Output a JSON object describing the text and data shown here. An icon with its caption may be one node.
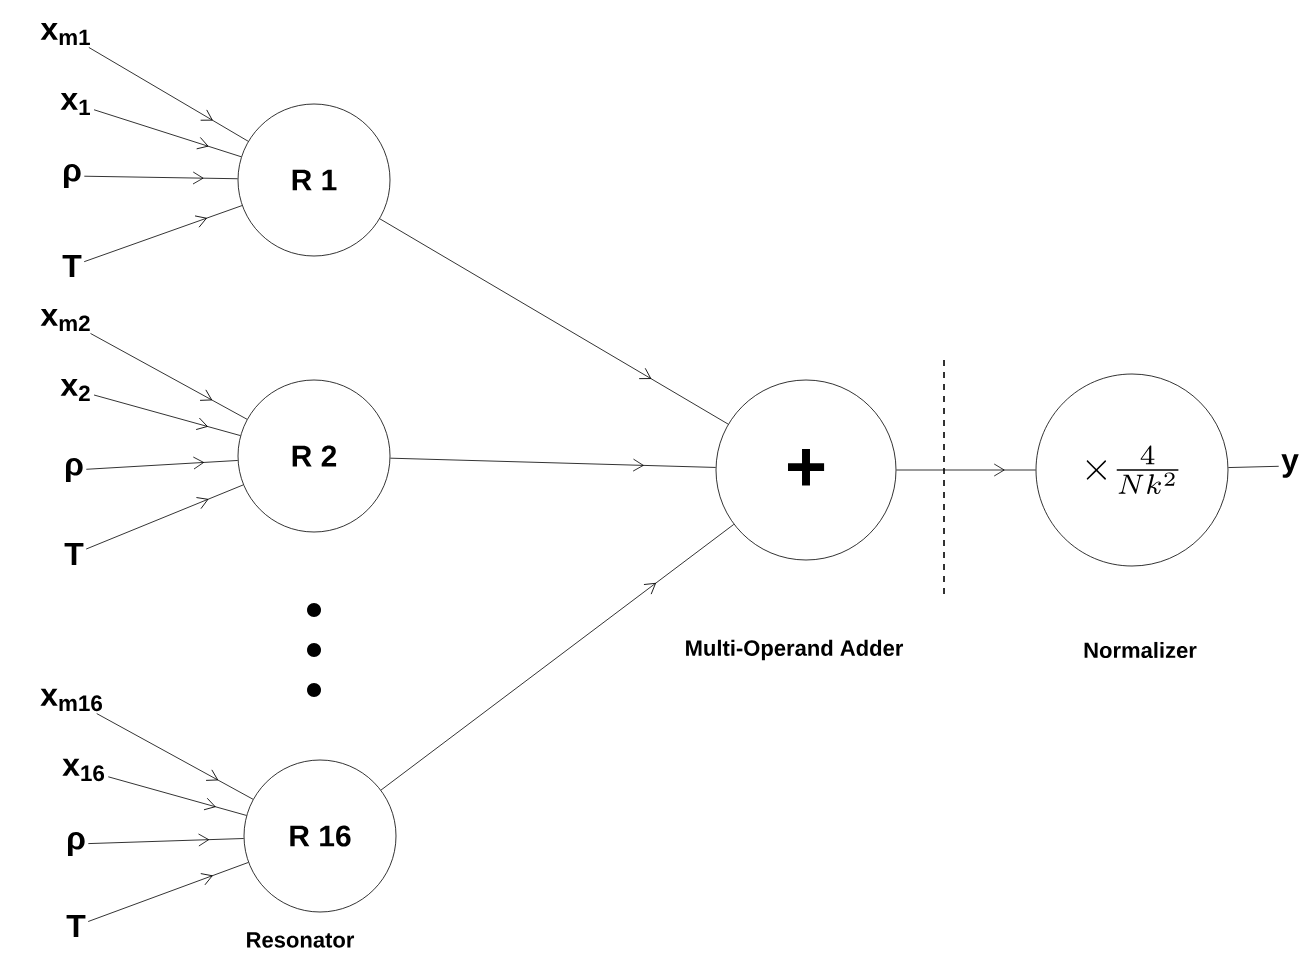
{
  "diagram": {
    "nodes": [
      {
        "text": [
          "R 1"
        ]
      },
      {
        "text": [
          "R 2"
        ]
      },
      {
        "text": [
          "R 16"
        ],
        "beside": [
          "Resonator"
        ]
      },
      {
        "text": [
          "+"
        ],
        "beside": [
          "Multi-Operand Adder"
        ]
      },
      {
        "text": [
          "\\times\\frac{4}{Nk^{2}}"
        ],
        "beside": [
          "Normalizer"
        ]
      },
      {
        "text": [
          "x$_{m1}$"
        ]
      },
      {
        "text": [
          "x$_{1}$"
        ]
      },
      {
        "text": [
          "ρ"
        ]
      },
      {
        "text": [
          "T"
        ]
      },
      {
        "text": [
          "x$_{m2}$"
        ]
      },
      {
        "text": [
          "x$_{2}$"
        ]
      },
      {
        "text": [
          "ρ"
        ]
      },
      {
        "text": [
          "T"
        ]
      },
      {
        "text": [
          "x$_{m16}$"
        ]
      },
      {
        "text": [
          "x$_{16}$"
        ]
      },
      {
        "text": [
          "ρ"
        ]
      },
      {
        "text": [
          "T"
        ]
      },
      {
        "text": [
          "y"
        ]
      }
    ],
    "edges": [
      {
        "from": 5,
        "to": 0,
        "arrow": "to"
      },
      {
        "from": 6,
        "to": 0,
        "arrow": "to"
      },
      {
        "from": 7,
        "to": 0,
        "arrow": "to"
      },
      {
        "from": 8,
        "to": 0,
        "arrow": "to"
      },
      {
        "from": 9,
        "to": 1,
        "arrow": "to"
      },
      {
        "from": 10,
        "to": 1,
        "arrow": "to"
      },
      {
        "from": 11,
        "to": 1,
        "arrow": "to"
      },
      {
        "from": 12,
        "to": 1,
        "arrow": "to"
      },
      {
        "from": 13,
        "to": 2,
        "arrow": "to"
      },
      {
        "from": 14,
        "to": 2,
        "arrow": "to"
      },
      {
        "from": 15,
        "to": 2,
        "arrow": "to"
      },
      {
        "from": 16,
        "to": 2,
        "arrow": "to"
      },
      {
        "from": 0,
        "to": 3,
        "arrow": "to"
      },
      {
        "from": 1,
        "to": 3,
        "arrow": "to"
      },
      {
        "from": 2,
        "to": 3,
        "arrow": "to"
      },
      {
        "from": 3,
        "to": 4,
        "arrow": "to"
      },
      {
        "from": 4,
        "to": 17,
        "arrow": "none"
      }
    ]
  }
}
